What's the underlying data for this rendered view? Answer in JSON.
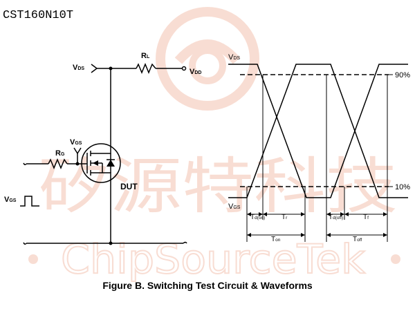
{
  "header": {
    "part_number": "CST160N10T"
  },
  "watermark": {
    "chinese": "矽源特科技",
    "latin": "ChipSourceTek",
    "color": "#f4c2b0"
  },
  "circuit": {
    "vds": {
      "main": "V",
      "sub": "DS"
    },
    "rl": {
      "main": "R",
      "sub": "L"
    },
    "vdd": {
      "main": "V",
      "sub": "DD"
    },
    "vgs_gate": {
      "main": "V",
      "sub": "GS"
    },
    "rg": {
      "main": "R",
      "sub": "G"
    },
    "dut": "DUT",
    "vgs_pulse": {
      "main": "V",
      "sub": "GS"
    }
  },
  "waveform": {
    "vds": {
      "main": "V",
      "sub": "DS"
    },
    "vgs": {
      "main": "V",
      "sub": "GS"
    },
    "level_high": "90%",
    "level_low": "10%",
    "td_on": {
      "main": "T",
      "sub": "d(on)"
    },
    "tr": {
      "main": "T",
      "sub": "r"
    },
    "td_off": {
      "main": "T",
      "sub": "d(off)"
    },
    "tf": {
      "main": "T",
      "sub": "f"
    },
    "ton": {
      "main": "T",
      "sub": "on"
    },
    "toff": {
      "main": "T",
      "sub": "off"
    }
  },
  "caption": "Figure B. Switching Test Circuit & Waveforms"
}
